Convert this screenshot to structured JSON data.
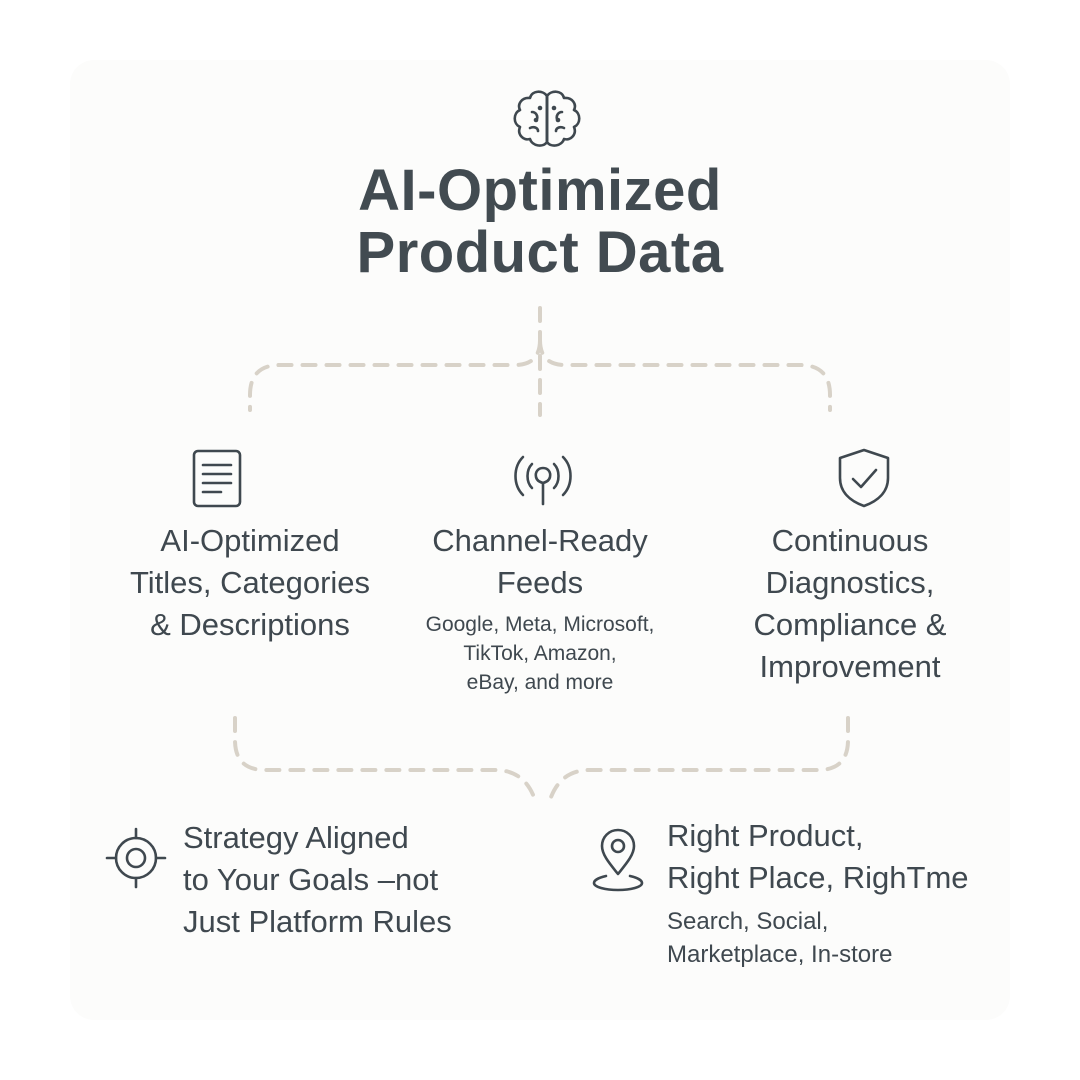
{
  "title": {
    "line1": "AI-Optimized",
    "line2": "Product Data",
    "icon": "brain-icon"
  },
  "pillars": [
    {
      "icon": "document-icon",
      "title_lines": [
        "AI-Optimized",
        "Titles, Categories",
        "& Descriptions"
      ]
    },
    {
      "icon": "broadcast-antenna-icon",
      "title_lines": [
        "Channel-Ready",
        "Feeds"
      ],
      "sub_lines": [
        "Google, Meta, Microsoft,",
        "TikTok, Amazon,",
        "eBay, and more"
      ]
    },
    {
      "icon": "shield-check-icon",
      "title_lines": [
        "Continuous",
        "Diagnostics,",
        "Compliance &",
        "Improvement"
      ]
    }
  ],
  "outcomes": [
    {
      "icon": "target-icon",
      "title_lines": [
        "Strategy Aligned",
        "to Your Goals –not",
        "Just Platform Rules"
      ]
    },
    {
      "icon": "location-pin-icon",
      "title_lines": [
        "Right Product,",
        "Right Place, RighTme"
      ],
      "sub_lines": [
        "Search, Social,",
        "Marketplace, In-store"
      ]
    }
  ],
  "colors": {
    "text": "#3f484f",
    "connector": "#d8d2c8",
    "background": "#ffffff"
  }
}
